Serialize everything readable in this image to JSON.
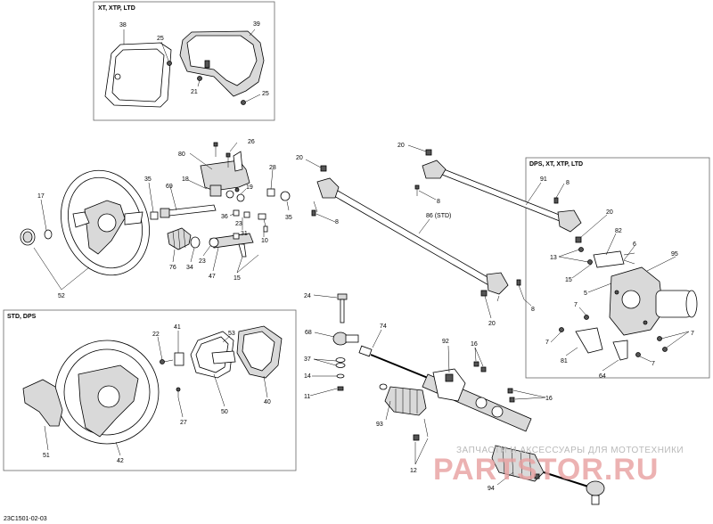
{
  "boxes": {
    "xt_box": "XT, XTP, LTD",
    "dps_box": "DPS, XT, XTP, LTD",
    "std_box": "STD, DPS"
  },
  "labels": {
    "n38": "38",
    "n39": "39",
    "n25a": "25",
    "n21": "21",
    "n25b": "25",
    "n26": "26",
    "n80": "80",
    "n18": "18",
    "n69": "69",
    "n35a": "35",
    "n17": "17",
    "n28": "28",
    "n19": "19",
    "n35b": "35",
    "n36": "36",
    "n23a": "23",
    "n31": "31",
    "n10": "10",
    "n76": "76",
    "n34": "34",
    "n23b": "23",
    "n47": "47",
    "n15a": "15",
    "n52": "52",
    "n20a": "20",
    "n20b": "20",
    "n8a": "8",
    "n8b": "8",
    "n86": "86 (STD)",
    "n91": "91",
    "n8c": "8",
    "n20c": "20",
    "n82": "82",
    "n13": "13",
    "n6": "6",
    "n15b": "15",
    "n95": "95",
    "n5": "5",
    "n20d": "20",
    "n8d": "8",
    "n24": "24",
    "n68": "68",
    "n37": "37",
    "n14": "14",
    "n11": "11",
    "n74": "74",
    "n92": "92",
    "n16a": "16",
    "n16b": "16",
    "n93": "93",
    "n12": "12",
    "n94": "94",
    "n7a": "7",
    "n7b": "7",
    "n7c": "7",
    "n7d": "7",
    "n81": "81",
    "n64": "64",
    "n22": "22",
    "n41": "41",
    "n53": "53",
    "n50": "50",
    "n40": "40",
    "n27": "27",
    "n51": "51",
    "n42": "42"
  },
  "watermark": {
    "tagline": "ЗАПЧАСТИ И АКСЕССУАРЫ ДЛЯ МОТОТЕХНИКИ",
    "brand": "PARTSTOR.RU"
  },
  "diagram_code": "23C1501-02-03"
}
